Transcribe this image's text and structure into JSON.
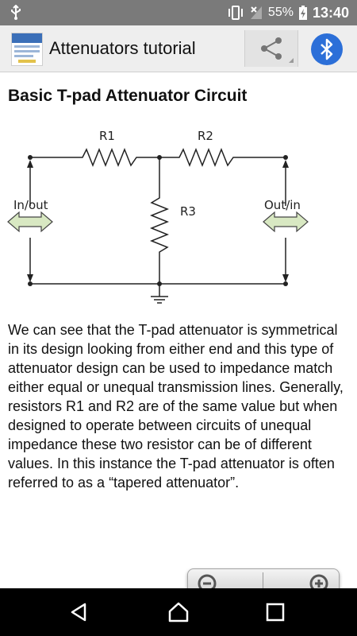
{
  "status_bar": {
    "battery": "55%",
    "time": "13:40"
  },
  "app_bar": {
    "title": "Attenuators tutorial"
  },
  "content": {
    "heading": "Basic T-pad Attenuator Circuit",
    "circuit_labels": {
      "r1": "R1",
      "r2": "R2",
      "r3": "R3",
      "in_out": "In/out",
      "out_in": "Out/in"
    },
    "paragraph": "We can see that the T-pad attenuator is symmetrical in its design looking from either end and this type of attenuator design can be used to impedance match either equal or unequal transmission lines. Generally, resistors R1 and R2 are of the same value but when designed to operate between circuits of unequal impedance these two resistor can be of different values. In this instance the T-pad attenuator is often referred to as a “tapered attenuator”."
  },
  "icons": {
    "status": [
      "usb-icon",
      "vibrate-icon",
      "no-signal-icon",
      "battery-charging-icon"
    ],
    "app_bar": [
      "app-logo-icon",
      "share-icon",
      "bluetooth-icon"
    ],
    "zoom": [
      "zoom-out-icon",
      "zoom-in-icon"
    ],
    "nav": [
      "back-icon",
      "home-icon",
      "recents-icon"
    ]
  },
  "colors": {
    "status_bar": "#7a7a7a",
    "app_bar": "#eeeeee",
    "bluetooth": "#2c6fd8",
    "arrow_fill": "#d8e8c2",
    "nav_bar": "#000000"
  }
}
